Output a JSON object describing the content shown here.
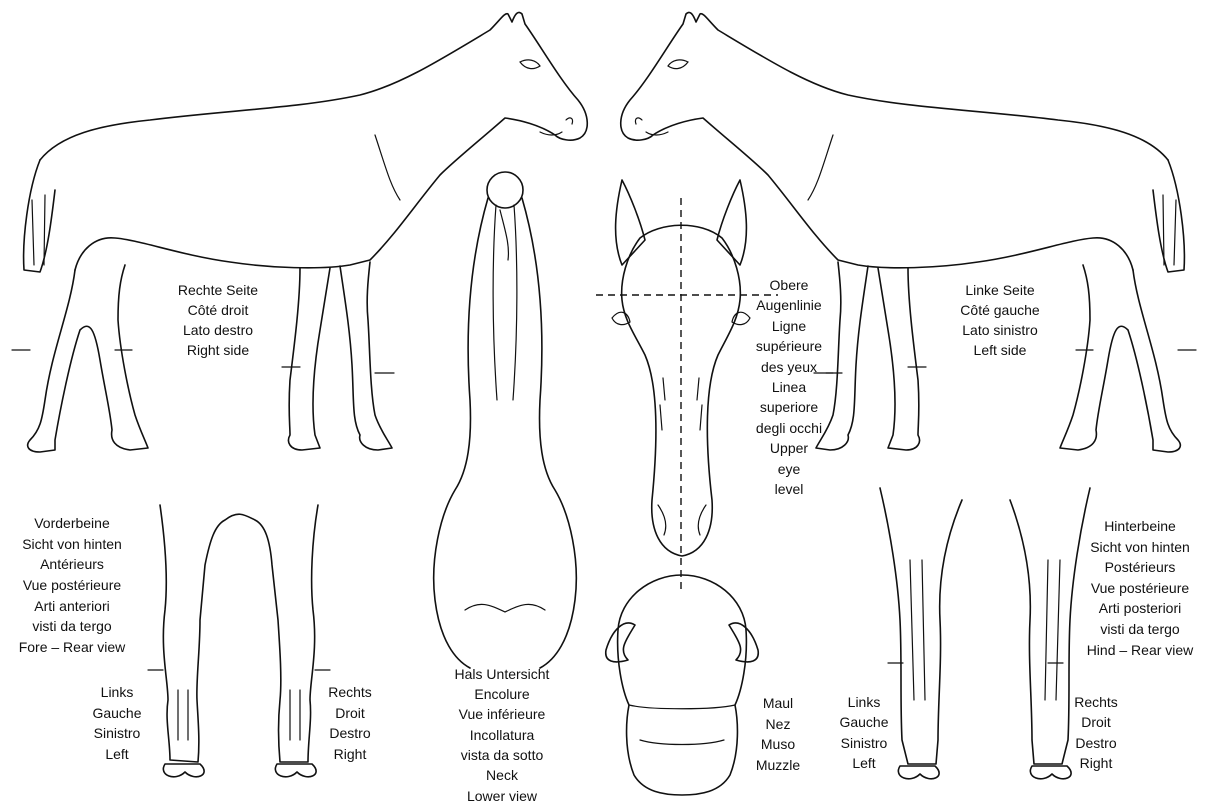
{
  "right_side": [
    "Rechte Seite",
    "Côté droit",
    "Lato destro",
    "Right side"
  ],
  "left_side": [
    "Linke Seite",
    "Côté gauche",
    "Lato sinistro",
    "Left side"
  ],
  "eye_level": [
    "Obere",
    "Augenlinie",
    "Ligne",
    "supérieure",
    "des yeux",
    "Linea",
    "superiore",
    "degli occhi",
    "Upper",
    "eye",
    "level"
  ],
  "fore_rear": [
    "Vorderbeine",
    "Sicht von hinten",
    "Antérieurs",
    "Vue postérieure",
    "Arti anteriori",
    "visti da tergo",
    "Fore – Rear view"
  ],
  "hind_rear": [
    "Hinterbeine",
    "Sicht von hinten",
    "Postérieurs",
    "Vue postérieure",
    "Arti posteriori",
    "visti da tergo",
    "Hind – Rear view"
  ],
  "neck": [
    "Hals Untersicht",
    "Encolure",
    "Vue inférieure",
    "Incollatura",
    "vista da sotto",
    "Neck",
    "Lower view"
  ],
  "muzzle": [
    "Maul",
    "Nez",
    "Muso",
    "Muzzle"
  ],
  "fore_left": [
    "Links",
    "Gauche",
    "Sinistro",
    "Left"
  ],
  "fore_right": [
    "Rechts",
    "Droit",
    "Destro",
    "Right"
  ],
  "hind_left": [
    "Links",
    "Gauche",
    "Sinistro",
    "Left"
  ],
  "hind_right": [
    "Rechts",
    "Droit",
    "Destro",
    "Right"
  ]
}
